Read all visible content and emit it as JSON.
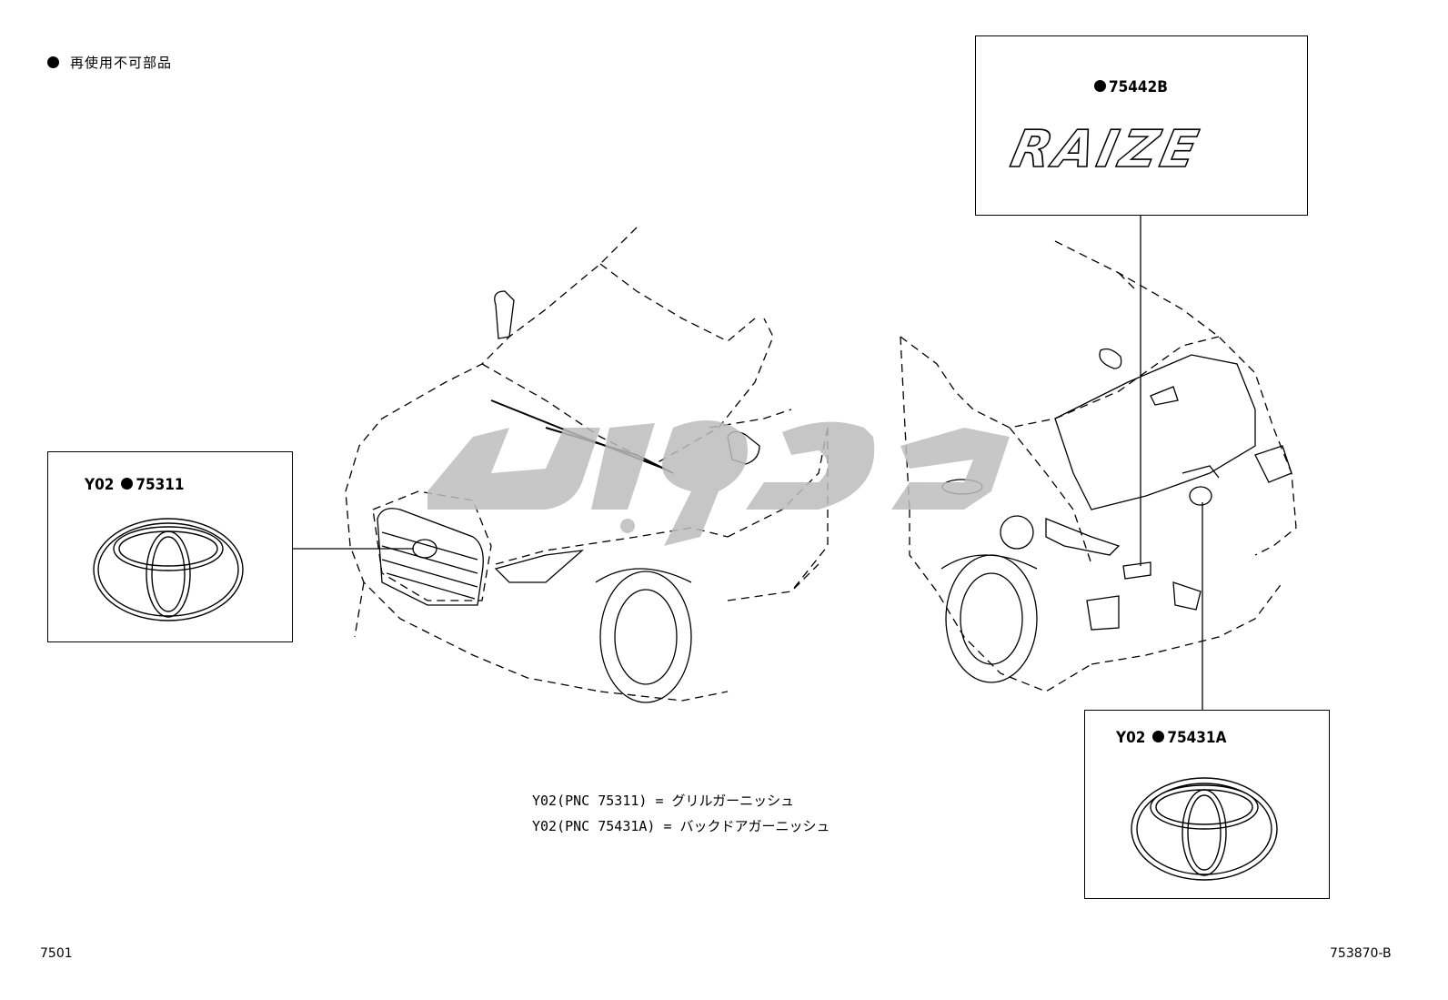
{
  "legend": {
    "label": "再使用不可部品"
  },
  "callouts": {
    "front_emblem": {
      "variant": "Y02",
      "part": "75311"
    },
    "rear_emblem": {
      "variant": "Y02",
      "part": "75431A"
    },
    "name_badge": {
      "part": "75442B",
      "badge_text": "RAIZE"
    }
  },
  "notes": [
    "Y02(PNC 75311) = グリルガーニッシュ",
    "Y02(PNC 75431A) = バックドアガーニッシュ"
  ],
  "footer": {
    "left": "7501",
    "right": "753870-B"
  },
  "colors": {
    "line": "#000000",
    "watermark": "#bdbdbd",
    "background": "#ffffff"
  }
}
